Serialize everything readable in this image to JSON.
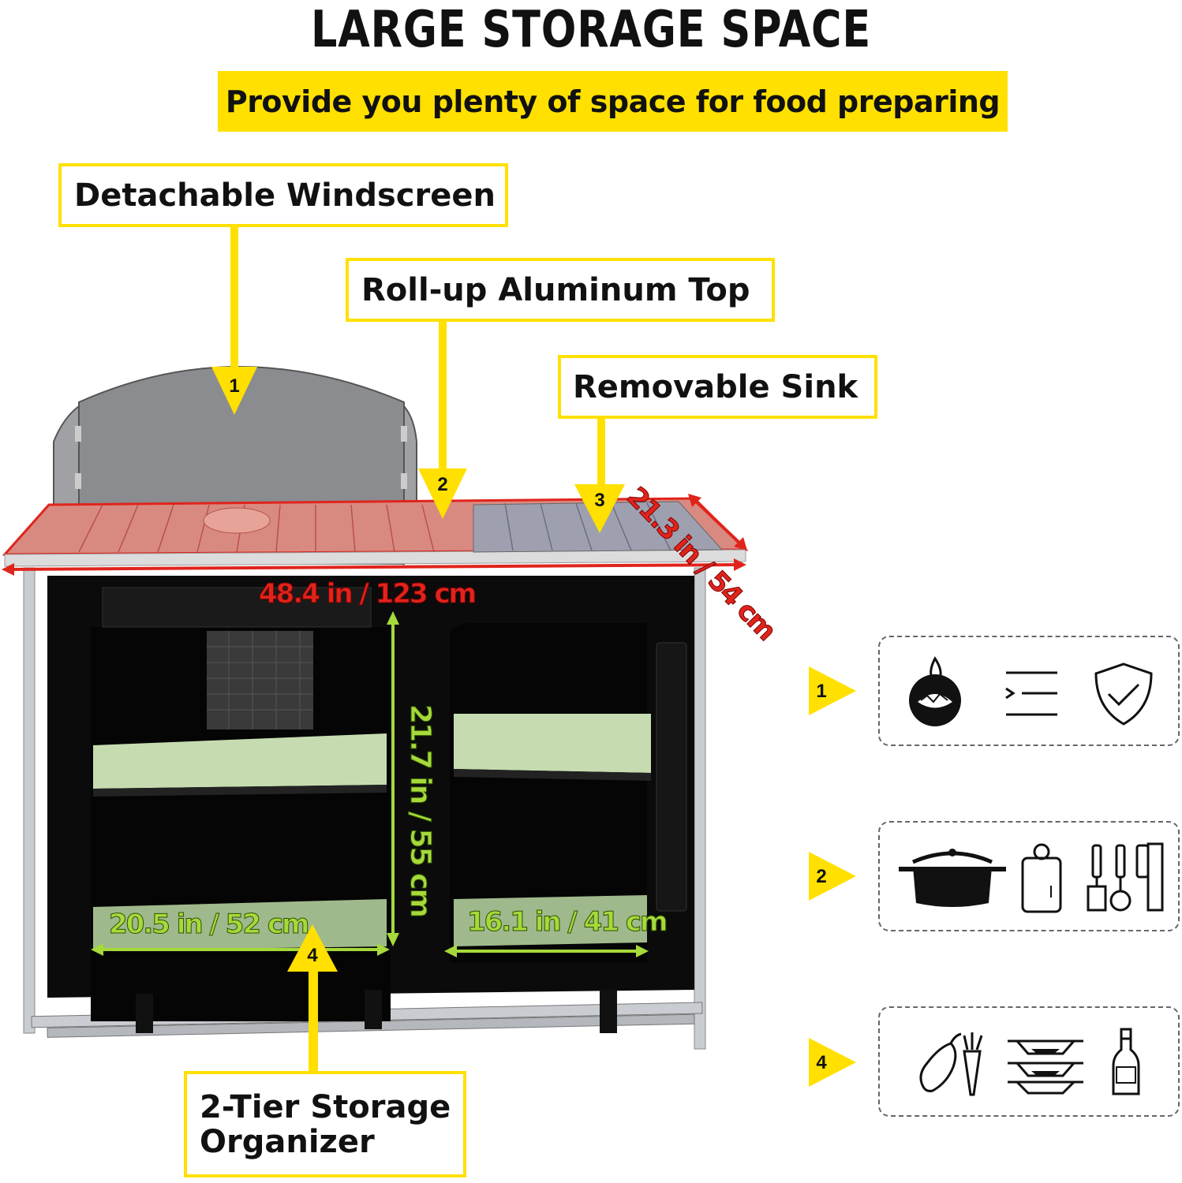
{
  "header": {
    "title": "LARGE STORAGE SPACE",
    "subtitle": "Provide you plenty of space for food preparing"
  },
  "callouts": [
    {
      "number": "1",
      "label": "Detachable Windscreen"
    },
    {
      "number": "2",
      "label": "Roll-up Aluminum Top"
    },
    {
      "number": "3",
      "label": "Removable Sink"
    },
    {
      "number": "4",
      "label_line1": "2-Tier Storage",
      "label_line2": "Organizer"
    }
  ],
  "dimensions": {
    "depth": "21.3 in / 54 cm",
    "width": "48.4 in / 123 cm",
    "height": "21.7 in / 55 cm",
    "left_shelf": "20.5 in / 52 cm",
    "right_shelf": "16.1 in / 41 cm"
  },
  "feature_rows": [
    {
      "number": "1",
      "icons": [
        "water-repellent-icon",
        "list-icon",
        "shield-check-icon"
      ]
    },
    {
      "number": "2",
      "icons": [
        "cooking-pot-icon",
        "cutting-board-icon",
        "utensils-icon"
      ]
    },
    {
      "number": "4",
      "icons": [
        "vegetables-icon",
        "stacked-bowls-icon",
        "bottle-icon"
      ]
    }
  ],
  "colors": {
    "accent_yellow": "#ffe000",
    "dimension_red": "#e0241c",
    "dimension_green": "#a6d93a"
  }
}
